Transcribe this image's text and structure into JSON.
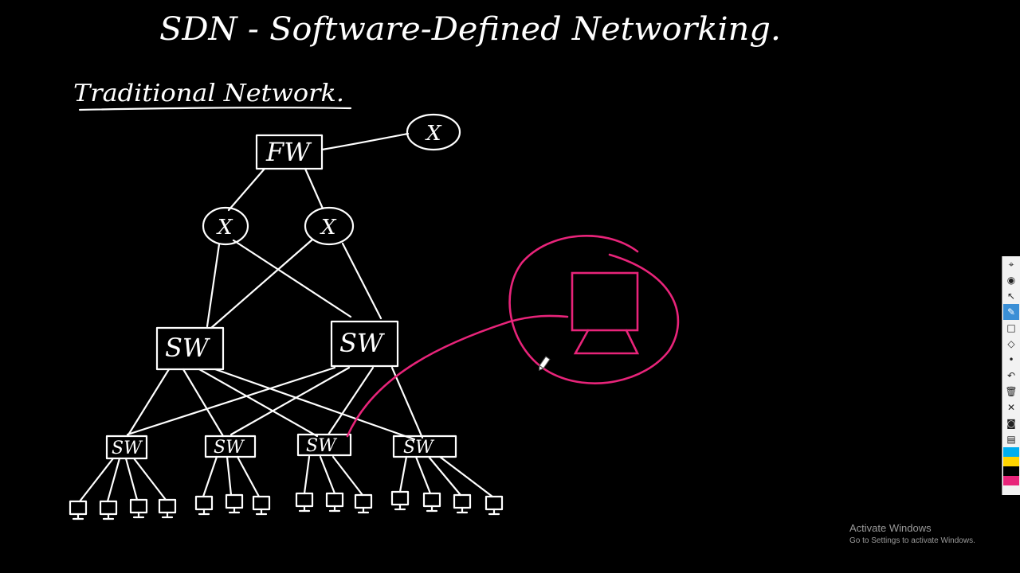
{
  "whiteboard": {
    "title": "SDN - Software-Defined Networking.",
    "subtitle": "Traditional Network.",
    "firewall_label": "FW",
    "router_mark": "X",
    "switch_label": "SW"
  },
  "toolbar": {
    "tools": [
      {
        "name": "pin-icon",
        "glyph": "⌖"
      },
      {
        "name": "eye-icon",
        "glyph": "◉"
      },
      {
        "name": "cursor-icon",
        "glyph": "↖"
      },
      {
        "name": "pen-icon",
        "glyph": "✎"
      },
      {
        "name": "rectangle-icon",
        "glyph": "□"
      },
      {
        "name": "eraser-icon",
        "glyph": "◇"
      },
      {
        "name": "dot-icon",
        "glyph": "•"
      },
      {
        "name": "undo-icon",
        "glyph": "↶"
      },
      {
        "name": "trash-icon",
        "glyph": "🗑"
      },
      {
        "name": "close-icon",
        "glyph": "✕"
      },
      {
        "name": "camera-icon",
        "glyph": "◙"
      },
      {
        "name": "clipboard-icon",
        "glyph": "▤"
      }
    ],
    "active_tool": "pen-icon",
    "colors": [
      "#00aeef",
      "#ffd400",
      "#000000",
      "#e8247a"
    ]
  },
  "watermark": {
    "title": "Activate Windows",
    "subtitle": "Go to Settings to activate Windows."
  },
  "accent_color": "#e8247a"
}
